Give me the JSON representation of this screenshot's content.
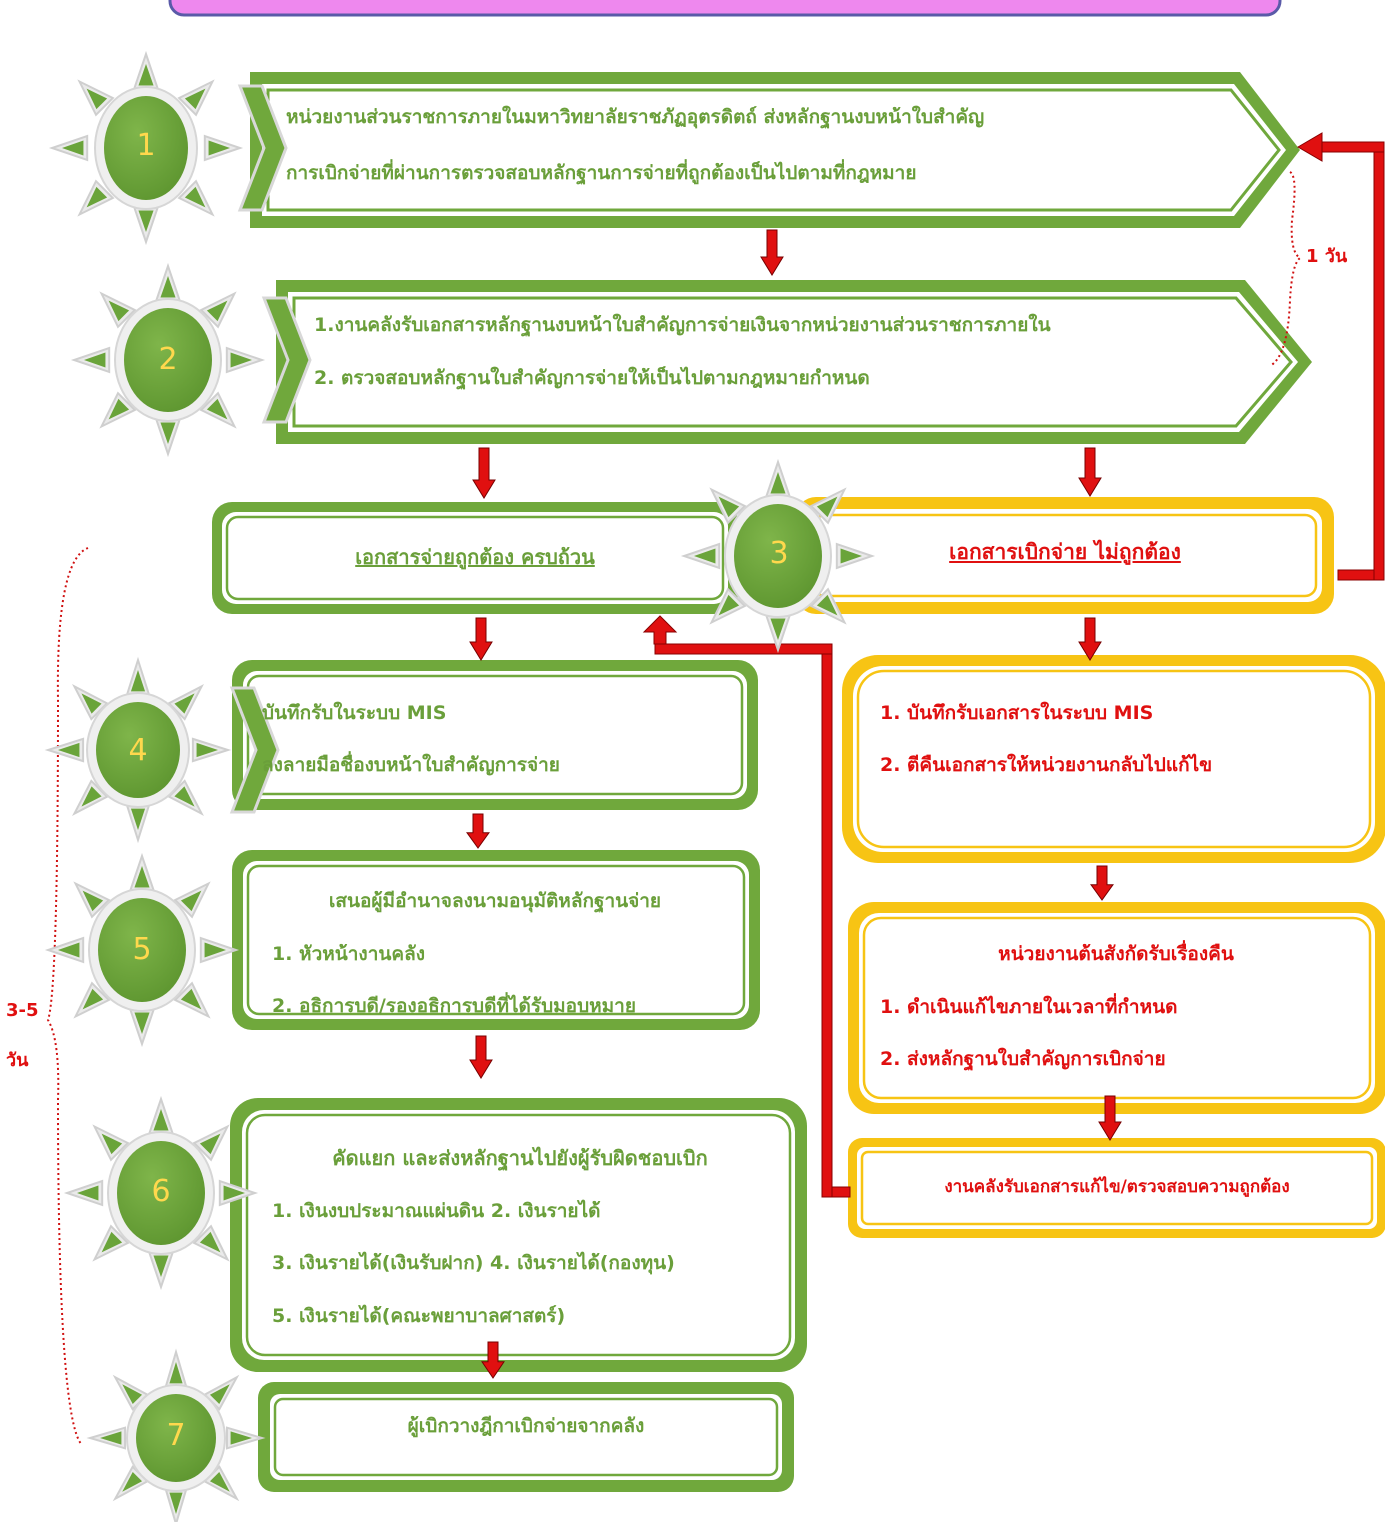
{
  "colors": {
    "green": "#70a83c",
    "green_text": "#6a9f3a",
    "gold": "#f7c414",
    "red": "#e01010",
    "banner": "#ee88ee",
    "number": "#ffd84d"
  },
  "steps": [
    "1",
    "2",
    "3",
    "4",
    "5",
    "6",
    "7"
  ],
  "box1": {
    "line1": "หน่วยงานส่วนราชการภายในมหาวิทยาลัยราชภัฏอุตรดิตถ์ ส่งหลักฐานงบหน้าใบสำคัญ",
    "line2": "การเบิกจ่ายที่ผ่านการตรวจสอบหลักฐานการจ่ายที่ถูกต้องเป็นไปตามที่กฎหมาย"
  },
  "box2": {
    "line1": "1.งานคลังรับเอกสารหลักฐานงบหน้าใบสำคัญการจ่ายเงินจากหน่วยงานส่วนราชการภายใน",
    "line2": "2. ตรวจสอบหลักฐานใบสำคัญการจ่ายให้เป็นไปตามกฎหมายกำหนด"
  },
  "correct_doc": "เอกสารจ่ายถูกต้อง ครบถ้วน",
  "incorrect_doc": "เอกสารเบิกจ่าย ไม่ถูกต้อง",
  "box4": {
    "line1": "บันทึกรับในระบบ MIS",
    "line2": "ลงลายมือชื่องบหน้าใบสำคัญการจ่าย"
  },
  "box5": {
    "title": "เสนอผู้มีอำนาจลงนามอนุมัติหลักฐานจ่าย",
    "line1": "1. หัวหน้างานคลัง",
    "line2": "2. อธิการบดี/รองอธิการบดีที่ได้รับมอบหมาย"
  },
  "box6": {
    "title": "คัดแยก และส่งหลักฐานไปยังผู้รับผิดชอบเบิก",
    "line1": "1. เงินงบประมาณแผ่นดิน  2. เงินรายได้",
    "line2": "3. เงินรายได้(เงินรับฝาก) 4. เงินรายได้(กองทุน)",
    "line3": "5. เงินรายได้(คณะพยาบาลศาสตร์)"
  },
  "box7": {
    "line1": "ผู้เบิกวางฎีกาเบิกจ่ายจากคลัง"
  },
  "reject1": {
    "line1": "1.  บันทึกรับเอกสารในระบบ MIS",
    "line2": "2.  ตีคืนเอกสารให้หน่วยงานกลับไปแก้ไข"
  },
  "reject2": {
    "title": "หน่วยงานต้นสังกัดรับเรื่องคืน",
    "line1": "1. ดำเนินแก้ไขภายในเวลาที่กำหนด",
    "line2": "2. ส่งหลักฐานใบสำคัญการเบิกจ่าย"
  },
  "reject3": {
    "line1": "งานคลังรับเอกสารแก้ไข/ตรวจสอบความถูกต้อง"
  },
  "time1": "1 วัน",
  "time2_line1": "3-5",
  "time2_line2": "วัน"
}
